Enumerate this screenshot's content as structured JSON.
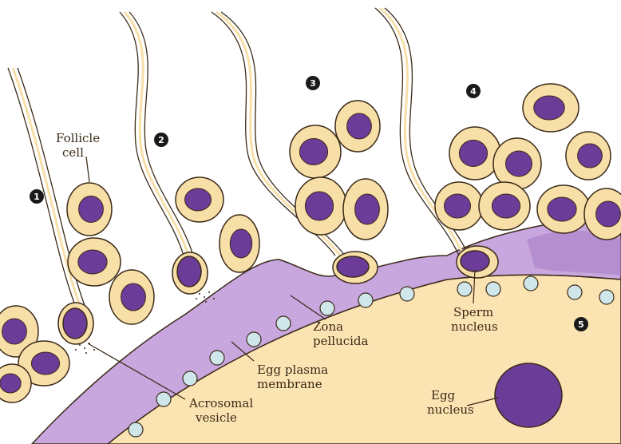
{
  "labels": {
    "follicle_cell": [
      "Follicle",
      "cell"
    ],
    "zona_pellucida": [
      "Zona",
      "pellucida"
    ],
    "egg_plasma_membrane": [
      "Egg plasma",
      "membrane"
    ],
    "acrosomal_vesicle": [
      "Acrosomal",
      "vesicle"
    ],
    "sperm_nucleus": [
      "Sperm",
      "nucleus"
    ],
    "egg_nucleus": [
      "Egg",
      "nucleus"
    ]
  },
  "steps": [
    "1",
    "2",
    "3",
    "4",
    "5"
  ],
  "colors": {
    "follicle_cell": "#f8dfa8",
    "cell_nucleus": "#6b3d98",
    "zona_pellucida": "#c8a6de",
    "egg_cytoplasm": "#fbe3b2",
    "granule": "#cfe6ea",
    "outline": "#3a2a18"
  }
}
